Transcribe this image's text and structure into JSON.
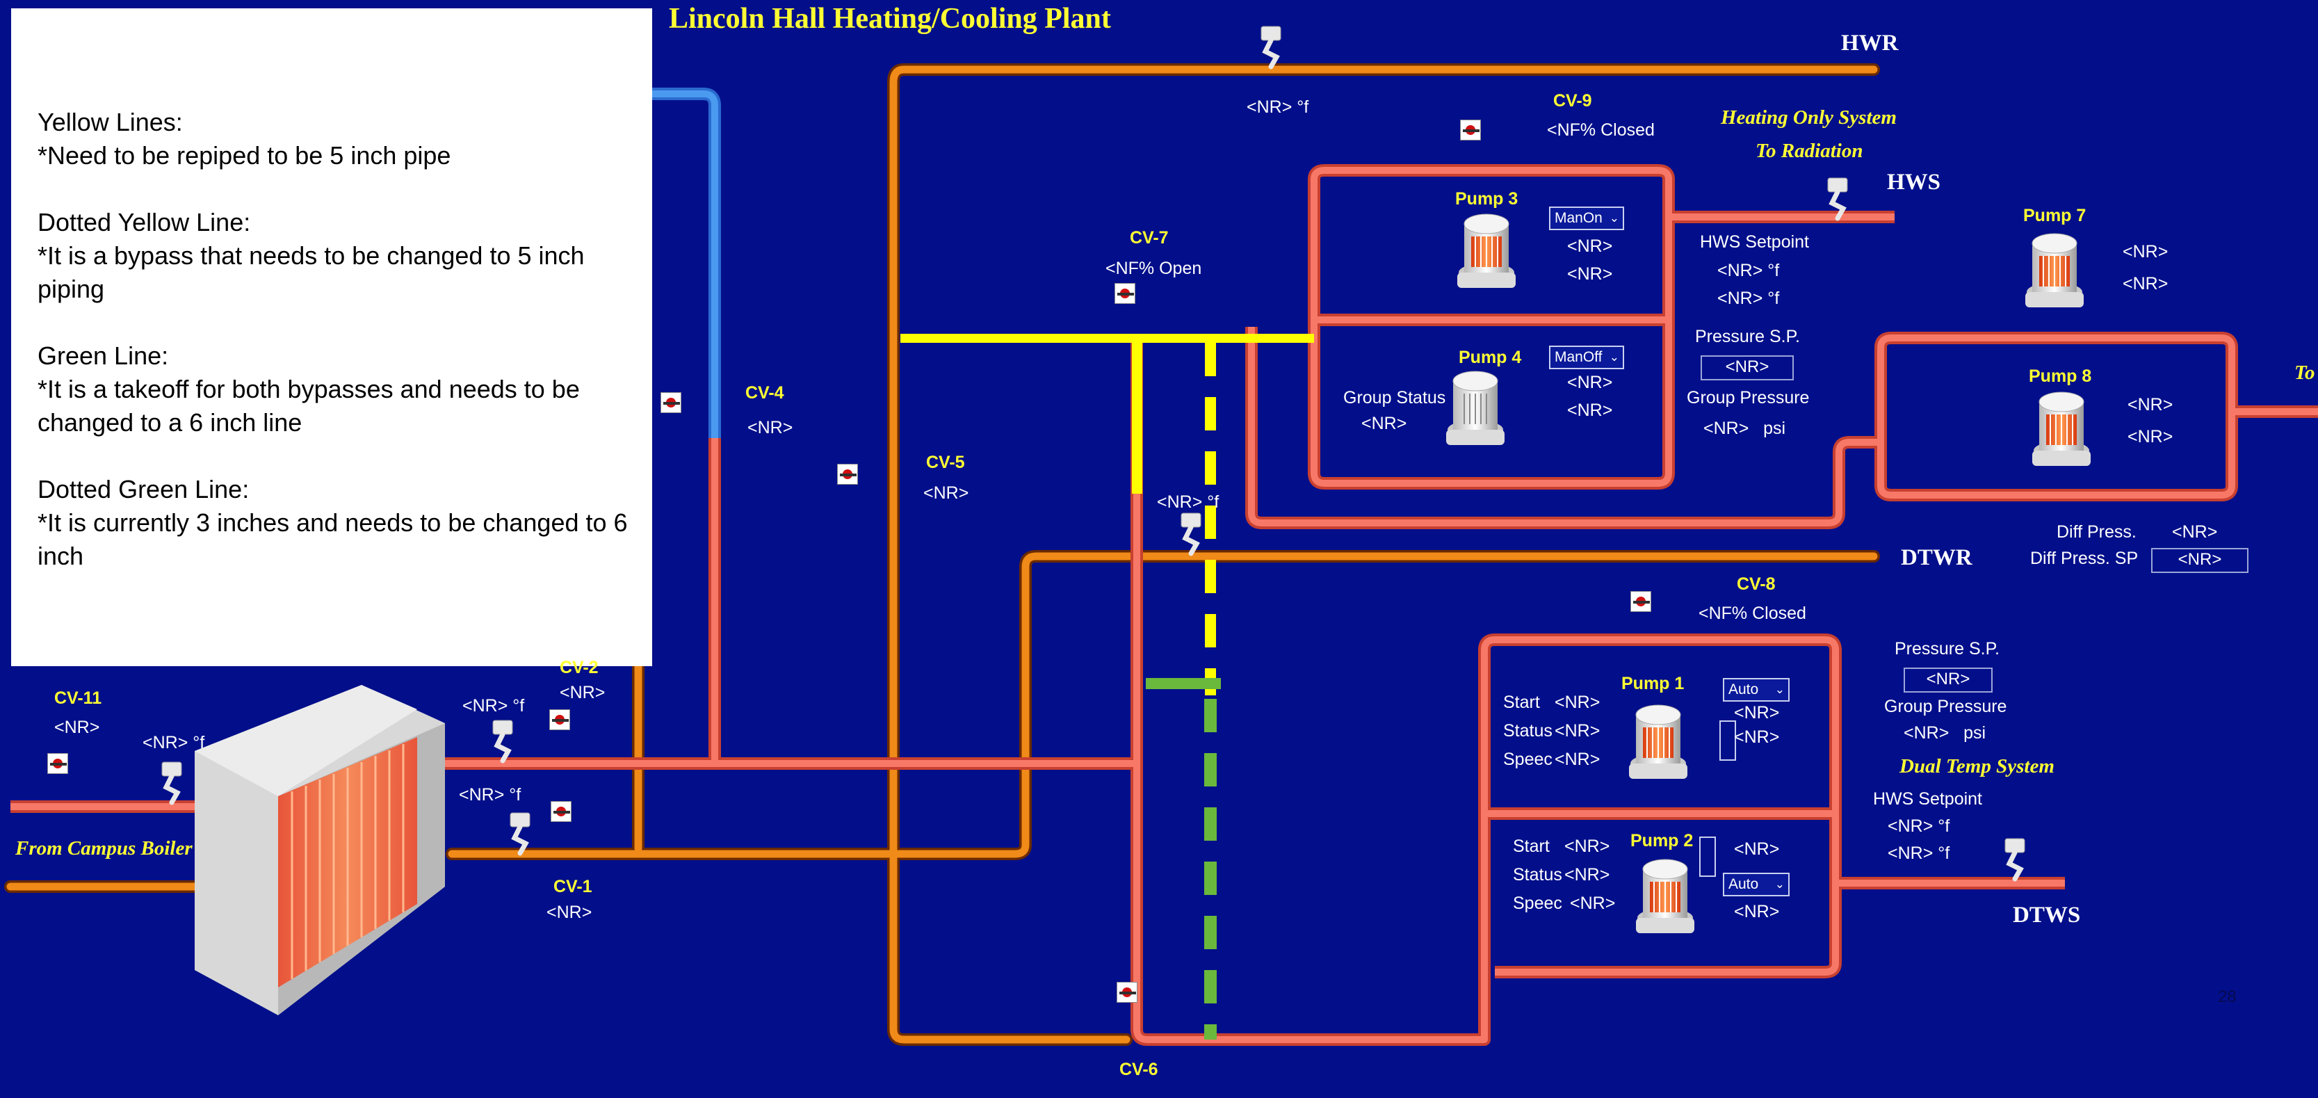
{
  "title": "Lincoln Hall Heating/Cooling Plant",
  "notes": {
    "yellow_heading": "Yellow Lines:",
    "yellow_text": "*Need to be repiped to be 5 inch pipe",
    "dotted_yellow_heading": "Dotted Yellow Line:",
    "dotted_yellow_text": "*It is a bypass that needs to be changed to 5 inch piping",
    "green_heading": "Green Line:",
    "green_text": "*It is a takeoff for both bypasses and needs to be changed to a 6 inch line",
    "dotted_green_heading": "Dotted Green Line:",
    "dotted_green_text": "*It is currently 3 inches and needs to be changed to 6 inch"
  },
  "lines": {
    "hwr": "HWR",
    "hws": "HWS",
    "dtwr": "DTWR",
    "dtws": "DTWS",
    "from_campus_boiler": "From Campus Boiler",
    "heating_only_1": "Heating Only System",
    "heating_only_2": "To Radiation",
    "dual_temp": "Dual Temp System",
    "to_cut": "To"
  },
  "valves": {
    "cv1": {
      "name": "CV-1",
      "value": "<NR>"
    },
    "cv2": {
      "name": "CV-2",
      "value": "<NR>"
    },
    "cv4": {
      "name": "CV-4",
      "value": "<NR>"
    },
    "cv5": {
      "name": "CV-5",
      "value": "<NR>"
    },
    "cv6": {
      "name": "CV-6"
    },
    "cv7": {
      "name": "CV-7",
      "value": "<NF% Open"
    },
    "cv8": {
      "name": "CV-8",
      "value": "<NF% Closed"
    },
    "cv9": {
      "name": "CV-9",
      "value": "<NF% Closed"
    },
    "cv11": {
      "name": "CV-11",
      "value": "<NR>"
    }
  },
  "temps": {
    "top_hwr": "<NR> °f",
    "hx_in": "<NR> °f",
    "hx_out_upper": "<NR> °f",
    "hx_out_lower": "<NR> °f",
    "bypass": "<NR> °f"
  },
  "pump3": {
    "name": "Pump 3",
    "mode": "ManOn",
    "v1": "<NR>",
    "v2": "<NR>"
  },
  "pump4": {
    "name": "Pump 4",
    "mode": "ManOff",
    "v1": "<NR>",
    "v2": "<NR>"
  },
  "pump7": {
    "name": "Pump 7",
    "v1": "<NR>",
    "v2": "<NR>"
  },
  "pump8": {
    "name": "Pump 8",
    "v1": "<NR>",
    "v2": "<NR>"
  },
  "pump1": {
    "name": "Pump 1",
    "mode": "Auto",
    "v1": "<NR>",
    "v2": "<NR>",
    "start_label": "Start",
    "start": "<NR>",
    "status_label": "Status",
    "status": "<NR>",
    "speed_label": "Speec",
    "speed": "<NR>"
  },
  "pump2": {
    "name": "Pump 2",
    "mode": "Auto",
    "v1": "<NR>",
    "v2": "<NR>",
    "start_label": "Start",
    "start": "<NR>",
    "status_label": "Status",
    "status": "<NR>",
    "speed_label": "Speec",
    "speed": "<NR>"
  },
  "heating": {
    "group_status_label": "Group Status",
    "group_status": "<NR>",
    "hws_setpoint_label": "HWS Setpoint",
    "hws_sp1": "<NR> °f",
    "hws_sp2": "<NR> °f",
    "pressure_sp_label": "Pressure S.P.",
    "pressure_sp": "<NR>",
    "group_pressure_label": "Group Pressure",
    "group_pressure": "<NR>   psi",
    "diff_press_label": "Diff Press.",
    "diff_press": "<NR>",
    "diff_press_sp_label": "Diff Press. SP",
    "diff_press_sp": "<NR>"
  },
  "dual": {
    "pressure_sp_label": "Pressure S.P.",
    "pressure_sp": "<NR>",
    "group_pressure_label": "Group Pressure",
    "group_pressure": "<NR>   psi",
    "hws_setpoint_label": "HWS Setpoint",
    "hws_sp1": "<NR> °f",
    "hws_sp2": "<NR> °f"
  },
  "page_number": "28",
  "colors": {
    "background": "#030f8a",
    "pipe_orange": "#e07a10",
    "pipe_salmon": "#f0685a",
    "pipe_blue": "#3a8ae8",
    "yellow": "#ffff00",
    "green": "#6ab83c",
    "label_yellow": "#ffff33"
  },
  "icons": [
    "valve-icon",
    "alarm-icon",
    "pump-icon",
    "heat-exchanger-icon"
  ]
}
